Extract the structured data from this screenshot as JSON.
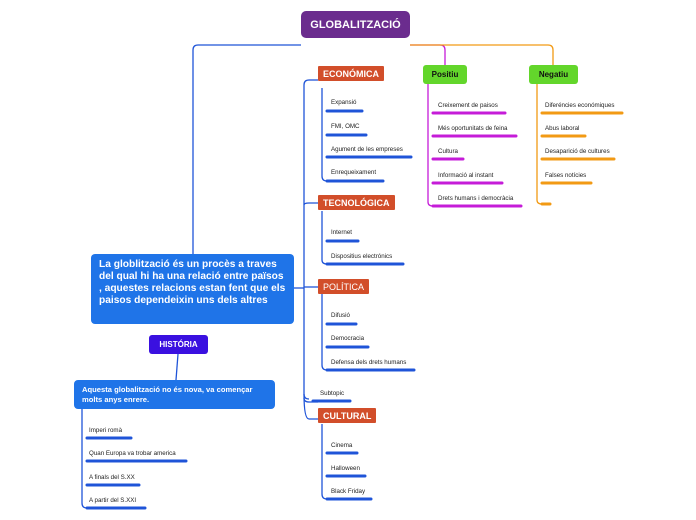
{
  "root": {
    "title": "GLOBALITZACIÓ"
  },
  "main_text": "La globlització és un procès a traves del qual hi ha una relació entre països , aquestes relacions estan fent que els paisos dependeixin uns dels altres",
  "categories": {
    "economica": {
      "label": "ECONÓMICA",
      "items": [
        "Expansió",
        "FMI, OMC",
        "Agument de les empreses",
        "Enrequeixament"
      ]
    },
    "tecnologica": {
      "label": "TECNOLÓGICA",
      "items": [
        "Internet",
        "Dispositius electrónics"
      ]
    },
    "politica": {
      "label": "POLÍTICA",
      "items": [
        "Difusió",
        "Democracia",
        "Defensa dels drets humans"
      ]
    },
    "subtopic": "Subtopic",
    "cultural": {
      "label": "CULTURAL",
      "items": [
        "Cinema",
        "Halloween",
        "Black Friday"
      ]
    }
  },
  "positiu": {
    "label": "Positiu",
    "items": [
      "Creixement de paisos",
      "Més oportunitats de feina",
      "Cultura",
      "Informació al instant",
      "Drets humans i democràcia"
    ]
  },
  "negatiu": {
    "label": "Negatiu",
    "items": [
      "Diferéncies económiques",
      "Abus laboral",
      "Desaparició de cultures",
      "Falses notícies",
      ""
    ]
  },
  "historia": {
    "label": "HISTÓRIA",
    "text": "Aquesta globalització no és nova, va començar molts anys enrere.",
    "items": [
      "Imperi romà",
      "Quan Europa va trobar america",
      "A finals del S.XX",
      "A partir del S.XXI"
    ]
  },
  "colors": {
    "root": "#6b2c8e",
    "category": "#d24e2a",
    "blue_line": "#1f54d8",
    "positiu_line": "#c51cd8",
    "negatiu_line": "#f29a14",
    "pill": "#63d62b"
  }
}
